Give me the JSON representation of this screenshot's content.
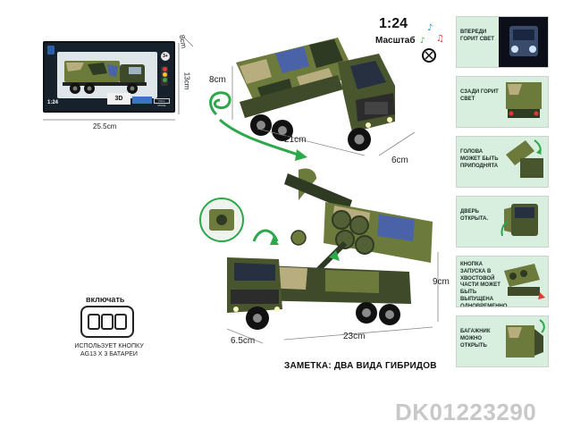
{
  "box": {
    "scale": "1:24",
    "badge": "3+",
    "brand": "3D",
    "full_mode": "FULL MODE",
    "dim_width": "25.5cm",
    "dim_height": "13cm",
    "dim_depth": "8cm"
  },
  "header": {
    "scale": "1:24",
    "scale_label": "Масштаб"
  },
  "truck": {
    "dim_height": "8cm",
    "dim_length": "21cm",
    "dim_width": "6cm"
  },
  "launcher": {
    "dim_height": "9cm",
    "dim_length": "23cm",
    "dim_width": "6.5cm"
  },
  "panels": [
    {
      "text": "ВПЕРЕДИ ГОРИТ СВЕТ"
    },
    {
      "text": "СЗАДИ ГОРИТ СВЕТ"
    },
    {
      "text": "ГОЛОВА МОЖЕТ БЫТЬ ПРИПОДНЯТА"
    },
    {
      "text": "ДВЕРЬ ОТКРЫТА."
    },
    {
      "text": "КНОПКА ЗАПУСКА В ХВОСТОВОЙ ЧАСТИ МОЖЕТ БЫТЬ ВЫПУЩЕНА ОДНОВРЕМЕННО С ОДНИМ ПУСКОМ И НЕСКОЛЬКИМИ ОДНОВРЕМЕННО"
    },
    {
      "text": "БАГАЖНИК МОЖНО ОТКРЫТЬ"
    }
  ],
  "switch": {
    "label": "включать",
    "battery_note": "ИСПОЛЬЗУЕТ КНОПКУ AG13 X 3 БАТАРЕИ"
  },
  "note": "ЗАМЕТКА: ДВА ВИДА ГИБРИДОВ",
  "product_code": "DK01223290",
  "colors": {
    "panel_bg": "#d8efe0",
    "camo_dark": "#2f3a22",
    "camo_olive": "#6c7a3c",
    "camo_tan": "#b8ad7e",
    "camo_blue": "#4a63a8",
    "arrow_green": "#2aa84a",
    "code_gray": "#c8c8c8"
  }
}
